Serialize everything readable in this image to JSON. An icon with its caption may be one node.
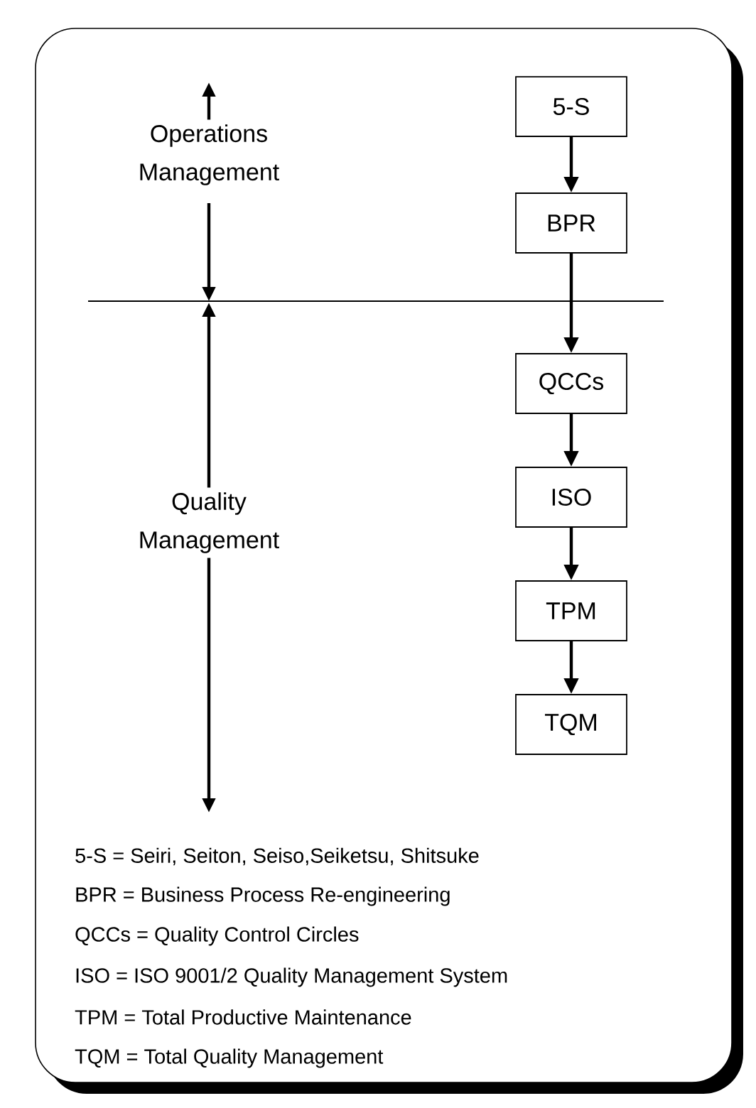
{
  "diagram": {
    "nodes": [
      {
        "text": [
          "5-S"
        ]
      },
      {
        "text": [
          "BPR"
        ]
      },
      {
        "text": [
          "QCCs"
        ]
      },
      {
        "text": [
          "ISO"
        ]
      },
      {
        "text": [
          "TPM"
        ]
      },
      {
        "text": [
          "TQM"
        ]
      }
    ],
    "edges": [
      {
        "from": 0,
        "to": 1,
        "arrow": "to"
      },
      {
        "from": 1,
        "to": 2,
        "arrow": "to"
      },
      {
        "from": 2,
        "to": 3,
        "arrow": "to"
      },
      {
        "from": 3,
        "to": 4,
        "arrow": "to"
      },
      {
        "from": 4,
        "to": 5,
        "arrow": "to"
      }
    ],
    "labels": [
      "Operations Management",
      "Quality Management",
      "5-S  = Seiri, Seiton, Seiso,Seiketsu, Shitsuke",
      "BPR  =  Business Process Re-engineering",
      "QCCs = Quality Control Circles",
      "ISO  = ISO 9001/2 Quality Management System",
      "TPM =  Total Productive Maintenance",
      "TQM = Total Quality Management"
    ]
  }
}
